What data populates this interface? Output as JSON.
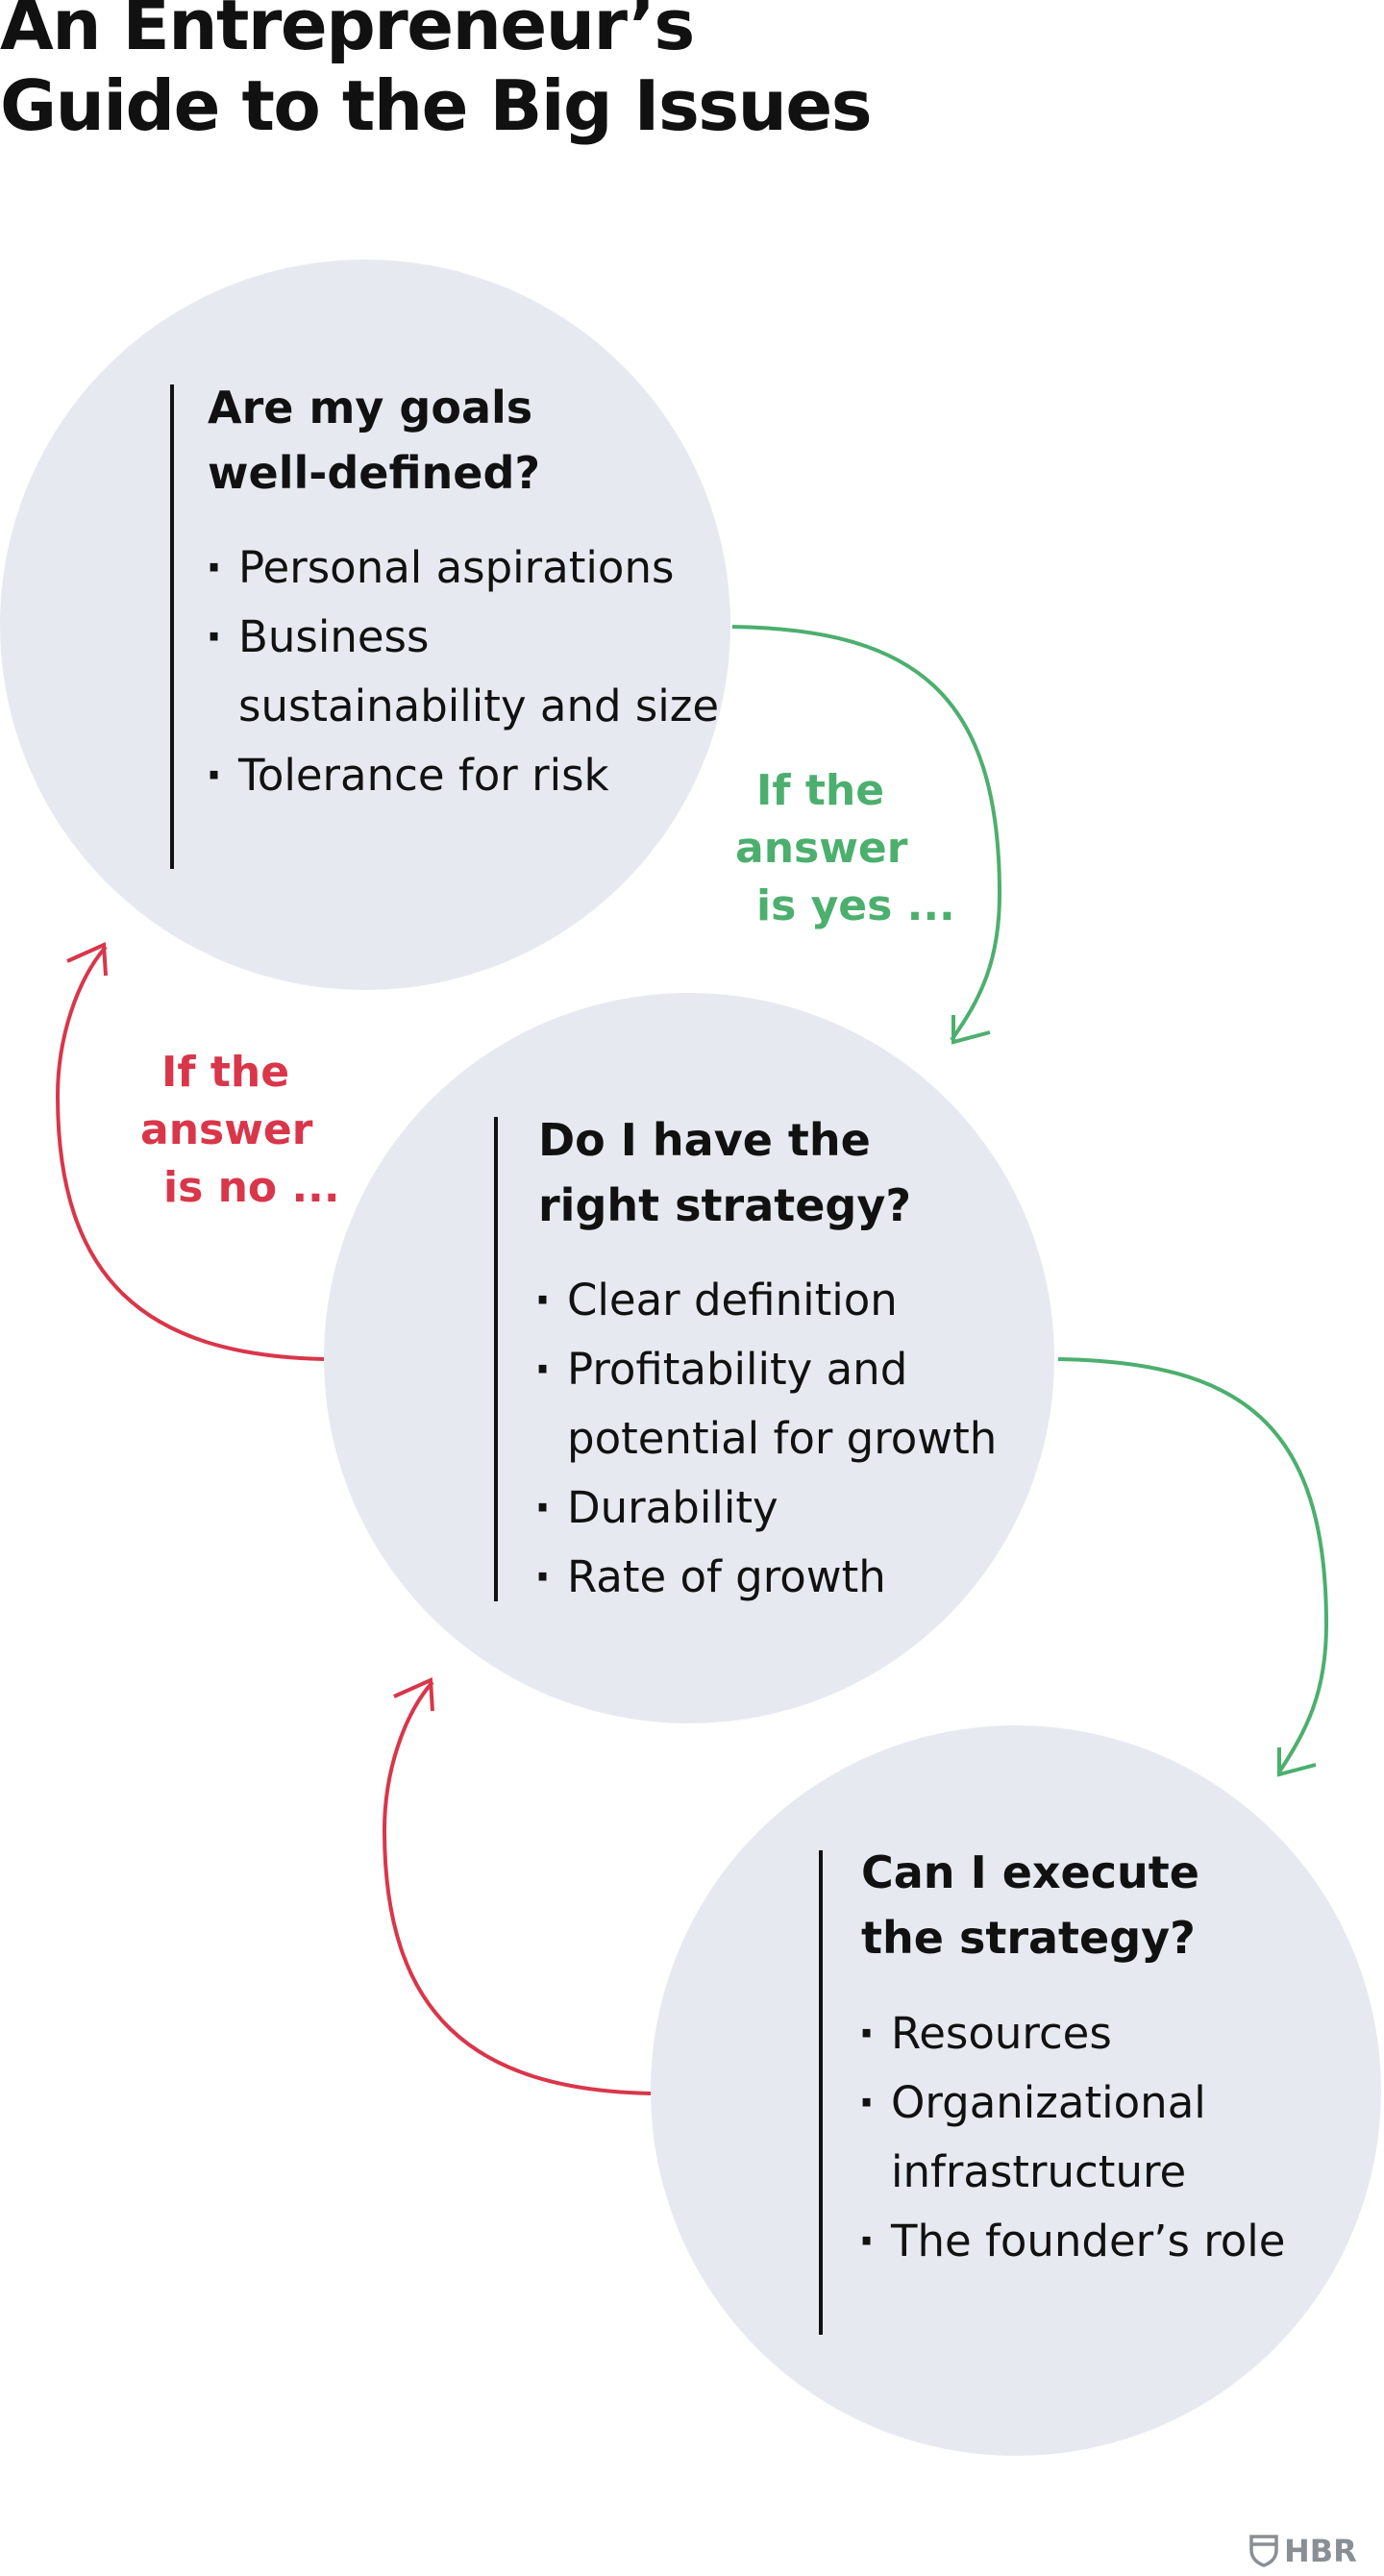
{
  "title": {
    "line1": "An Entrepreneur’s",
    "line2": "Guide to the Big Issues"
  },
  "steps": [
    {
      "heading_line1": "Are my goals",
      "heading_line2": "well-defined?",
      "bullets": [
        {
          "line1": "Personal aspirations"
        },
        {
          "line1": "Business",
          "line2": "sustainability and size"
        },
        {
          "line1": "Tolerance for risk"
        }
      ]
    },
    {
      "heading_line1": "Do I have the",
      "heading_line2": "right strategy?",
      "bullets": [
        {
          "line1": "Clear definition"
        },
        {
          "line1": "Profitability and",
          "line2": "potential for growth"
        },
        {
          "line1": "Durability"
        },
        {
          "line1": "Rate of growth"
        }
      ]
    },
    {
      "heading_line1": "Can I execute",
      "heading_line2": "the strategy?",
      "bullets": [
        {
          "line1": "Resources"
        },
        {
          "line1": "Organizational",
          "line2": "infrastructure"
        },
        {
          "line1": "The founder’s role"
        }
      ]
    }
  ],
  "connectors": {
    "yes": {
      "line1": "If the",
      "line2": "answer",
      "line3": "is yes ...",
      "color": "#4caf6e"
    },
    "no": {
      "line1": "If the",
      "line2": "answer",
      "line3": "is no ...",
      "color": "#d9364a"
    }
  },
  "colors": {
    "circle_fill": "#e6eaf0",
    "text": "#111111",
    "logo": "#8a8f96"
  },
  "logo": {
    "text": "HBR",
    "icon": "shield-icon"
  }
}
